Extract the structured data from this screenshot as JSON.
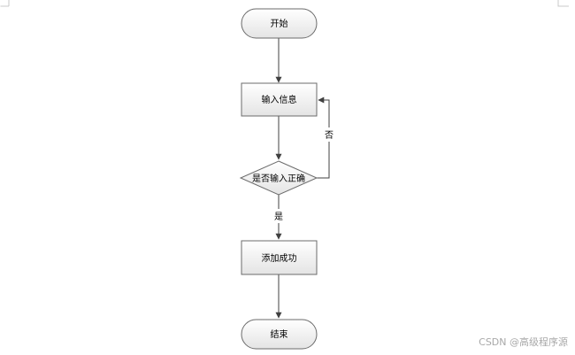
{
  "diagram": {
    "type": "flowchart",
    "nodes": {
      "start": {
        "label": "开始",
        "shape": "terminator"
      },
      "input": {
        "label": "输入信息",
        "shape": "process"
      },
      "check": {
        "label": "是否输入正确",
        "shape": "decision"
      },
      "success": {
        "label": "添加成功",
        "shape": "process"
      },
      "end": {
        "label": "结束",
        "shape": "terminator"
      }
    },
    "edges": {
      "no_label": "否",
      "yes_label": "是"
    },
    "colors": {
      "node_fill_top": "#ffffff",
      "node_fill_bottom": "#e4e4e4",
      "node_stroke": "#6b6b6b",
      "edge_stroke": "#404040"
    }
  },
  "watermark": "CSDN @高级程序源"
}
